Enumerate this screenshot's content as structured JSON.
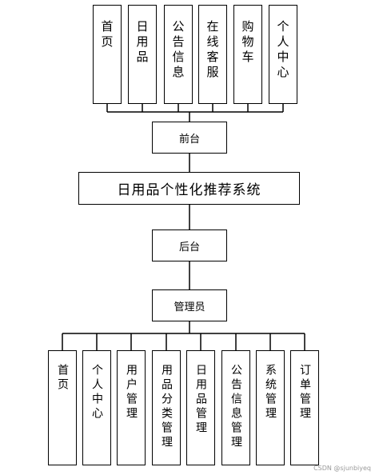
{
  "diagram": {
    "frontend_items": [
      "首页",
      "日用品",
      "公告信息",
      "在线客服",
      "购物车",
      "个人中心"
    ],
    "frontend_label": "前台",
    "system_title": "日用品个性化推荐系统",
    "backend_label": "后台",
    "admin_label": "管理员",
    "admin_items": [
      "首页",
      "个人中心",
      "用户管理",
      "用品分类管理",
      "日用品管理",
      "公告信息管理",
      "系统管理",
      "订单管理"
    ]
  },
  "watermark": "CSDN @sjunbiyeq"
}
